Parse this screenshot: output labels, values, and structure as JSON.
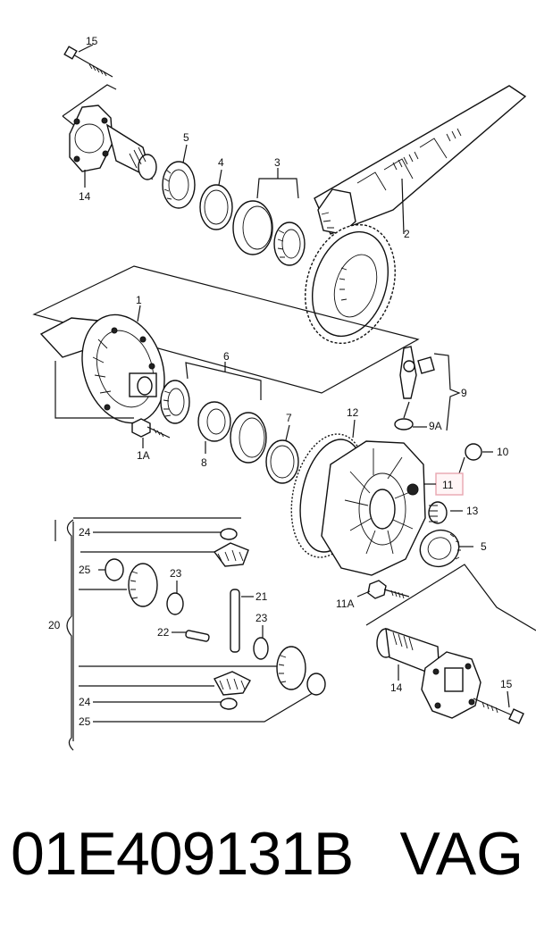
{
  "diagram": {
    "callouts": {
      "c15_top": "15",
      "c14_top": "14",
      "c5_top": "5",
      "c4": "4",
      "c3": "3",
      "c2": "2",
      "c1": "1",
      "c6": "6",
      "c7": "7",
      "c12": "12",
      "c9": "9",
      "c9A": "9A",
      "c10": "10",
      "c11": "11",
      "c13": "13",
      "c5_right": "5",
      "c1A": "1A",
      "c8": "8",
      "c11A": "11A",
      "c14_bottom": "14",
      "c15_bottom": "15",
      "c20": "20",
      "c24_top": "24",
      "c25_top": "25",
      "c23_top": "23",
      "c21": "21",
      "c23_mid": "23",
      "c22": "22",
      "c24_bottom": "24",
      "c25_bottom": "25"
    },
    "highlight_color": "#e8a6b0"
  },
  "footer": {
    "part_number": "01E409131B",
    "brand": "VAG"
  }
}
